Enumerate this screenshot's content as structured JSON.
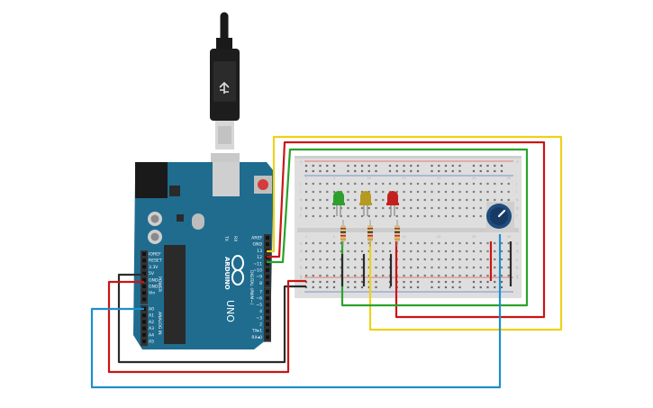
{
  "arduino": {
    "brand": "ARDUINO",
    "model": "UNO",
    "chip_labels": [
      "TX",
      "RX"
    ],
    "power_header_label": "POWER",
    "power_pins": [
      "IOREF",
      "RESET",
      "3.3V",
      "5V",
      "GND",
      "GND",
      "Vin"
    ],
    "analog_header_label": "ANALOG IN",
    "analog_pins": [
      "A0",
      "A1",
      "A2",
      "A3",
      "A4",
      "A5"
    ],
    "digital_header_label": "DIGITAL (PWM~)",
    "digital_top_pins": [
      "AREF",
      "GND",
      "13",
      "12",
      "~11",
      "~10",
      "~9",
      "8"
    ],
    "digital_bottom_pins": [
      "7",
      "~6",
      "~5",
      "4",
      "~3",
      "2",
      "TX▸1",
      "RX◂0"
    ],
    "colors": {
      "board": "#1f6c8f",
      "header": "#333333",
      "chip": "#2a2a2a"
    }
  },
  "breadboard": {
    "row_letters_top": [
      "j",
      "i",
      "h",
      "g",
      "f"
    ],
    "row_letters_bottom": [
      "e",
      "d",
      "c",
      "b",
      "a"
    ],
    "column_numbers": [
      "1",
      "5",
      "10",
      "15",
      "20",
      "25",
      "30"
    ],
    "rail_signs": [
      "+",
      "-"
    ]
  },
  "components": {
    "leds": [
      {
        "color": "#2e9e2e"
      },
      {
        "color": "#b59a1f"
      },
      {
        "color": "#c32020"
      }
    ],
    "potentiometer": {
      "color": "#1e4c7d"
    }
  },
  "wire_colors": {
    "yellow": "#eed219",
    "red": "#cc1414",
    "green": "#29a329",
    "black": "#2b2b2b",
    "blue": "#1f8ecf"
  }
}
